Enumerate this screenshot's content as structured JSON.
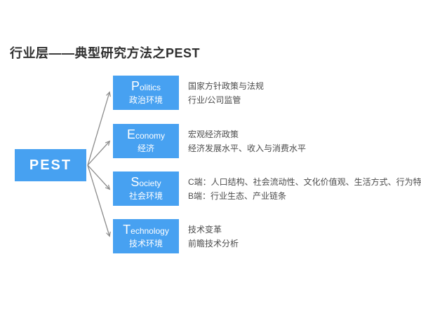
{
  "title": "行业层——典型研究方法之PEST",
  "root_node": {
    "label": "PEST"
  },
  "branches": [
    {
      "id": "politics",
      "initial": "P",
      "rest": "olitics",
      "cn": "政治环境",
      "desc": [
        "国家方针政策与法规",
        "行业/公司监管"
      ]
    },
    {
      "id": "economy",
      "initial": "E",
      "rest": "conomy",
      "cn": "经济",
      "desc": [
        "宏观经济政策",
        "经济发展水平、收入与消费水平"
      ]
    },
    {
      "id": "society",
      "initial": "S",
      "rest": "ociety",
      "cn": "社会环境",
      "desc": [
        "C端：人口结构、社会流动性、文化价值观、生活方式、行为特点",
        "B端：行业生态、产业链条"
      ]
    },
    {
      "id": "technology",
      "initial": "T",
      "rest": "echnology",
      "cn": "技术环境",
      "desc": [
        "技术变革",
        "前瞻技术分析"
      ]
    }
  ],
  "colors": {
    "accent_blue": "#47a1f1",
    "connector_gray": "#8c8c8c",
    "title_text": "#2f2f2f",
    "desc_text": "#4c4c4c"
  }
}
